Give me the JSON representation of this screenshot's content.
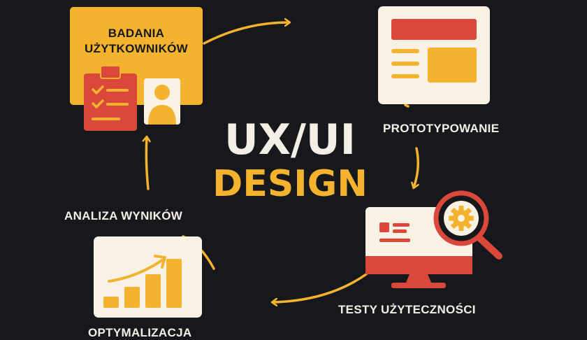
{
  "center": {
    "line1": "UX/UI",
    "line2": "DESIGN"
  },
  "steps": {
    "research": {
      "line1": "BADANIA",
      "line2": "UŻYTKOWNIKÓW"
    },
    "prototyping": {
      "label": "PROTOTYPOWANIE"
    },
    "testing": {
      "label": "TESTY UŻYTECZNOŚCI"
    },
    "optimization": {
      "label": "OPTYMALIZACJA"
    },
    "analysis": {
      "label": "ANALIZA WYNIKÓW"
    }
  },
  "colors": {
    "background": "#16181b",
    "accent_yellow": "#f4b32e",
    "accent_red": "#d9483b",
    "cream": "#f8f1e4",
    "text_light": "#f4efe6"
  }
}
